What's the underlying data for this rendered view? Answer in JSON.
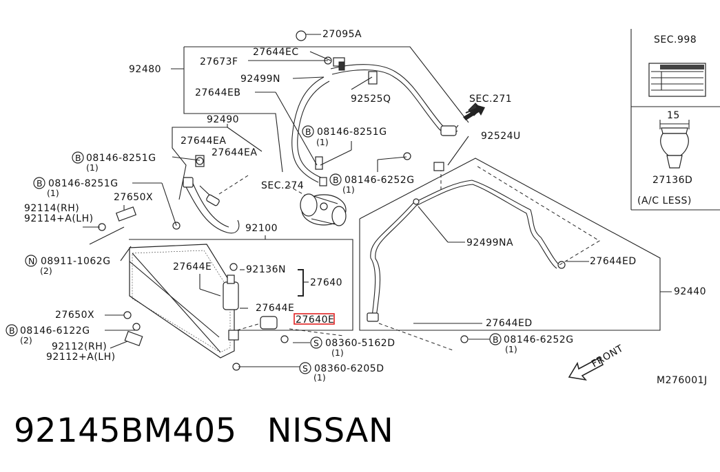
{
  "labels": {
    "l_27095A": "27095A",
    "l_27644EC": "27644EC",
    "l_27673F": "27673F",
    "l_92480": "92480",
    "l_92499N": "92499N",
    "l_27644EB": "27644EB",
    "l_92525Q": "92525Q",
    "l_sec271": "SEC.271",
    "l_92490": "92490",
    "l_08146_8251G_r": "08146-8251G",
    "l_08146_8251G_r_q": "(1)",
    "l_92524U": "92524U",
    "l_27644EA_a": "27644EA",
    "l_27644EA_b": "27644EA",
    "l_08146_8251G_l1": "08146-8251G",
    "l_08146_8251G_l1_q": "(1)",
    "l_08146_6252G_t": "08146-6252G",
    "l_08146_6252G_t_q": "(1)",
    "l_sec274": "SEC.274",
    "l_08146_8251G_l2": "08146-8251G",
    "l_08146_8251G_l2_q": "(1)",
    "l_27650X_t": "27650X",
    "l_92114rh": "92114(RH)",
    "l_92114lh": "92114+A(LH)",
    "l_92100": "92100",
    "l_92499NA": "92499NA",
    "l_27644ED_r": "27644ED",
    "l_08911_1062G": "08911-1062G",
    "l_08911_1062G_q": "(2)",
    "l_27644E_a": "27644E",
    "l_92136N": "92136N",
    "l_27640": "27640",
    "l_92440": "92440",
    "l_27644E_b": "27644E",
    "l_27640E": "27640E",
    "l_27644ED_b": "27644ED",
    "l_27650X_b": "27650X",
    "l_08146_6122G": "08146-6122G",
    "l_08146_6122G_q": "(2)",
    "l_08360_5162D": "08360-5162D",
    "l_08360_5162D_q": "(1)",
    "l_08146_6252G_b": "08146-6252G",
    "l_08146_6252G_b_q": "(1)",
    "l_92112rh": "92112(RH)",
    "l_92112lh": "92112+A(LH)",
    "l_08360_6205D": "08360-6205D",
    "l_08360_6205D_q": "(1)",
    "l_front": "FRONT",
    "l_drawing_no": "M276001J",
    "l_sec998": "SEC.998",
    "l_dim15": "15",
    "l_27136D": "27136D",
    "l_ac_less": "(A/C LESS)"
  },
  "badges": {
    "b": "B",
    "n": "N",
    "s": "S"
  },
  "caption": {
    "part_number": "92145BM405",
    "brand": "NISSAN"
  },
  "highlight_color": "#e02020"
}
